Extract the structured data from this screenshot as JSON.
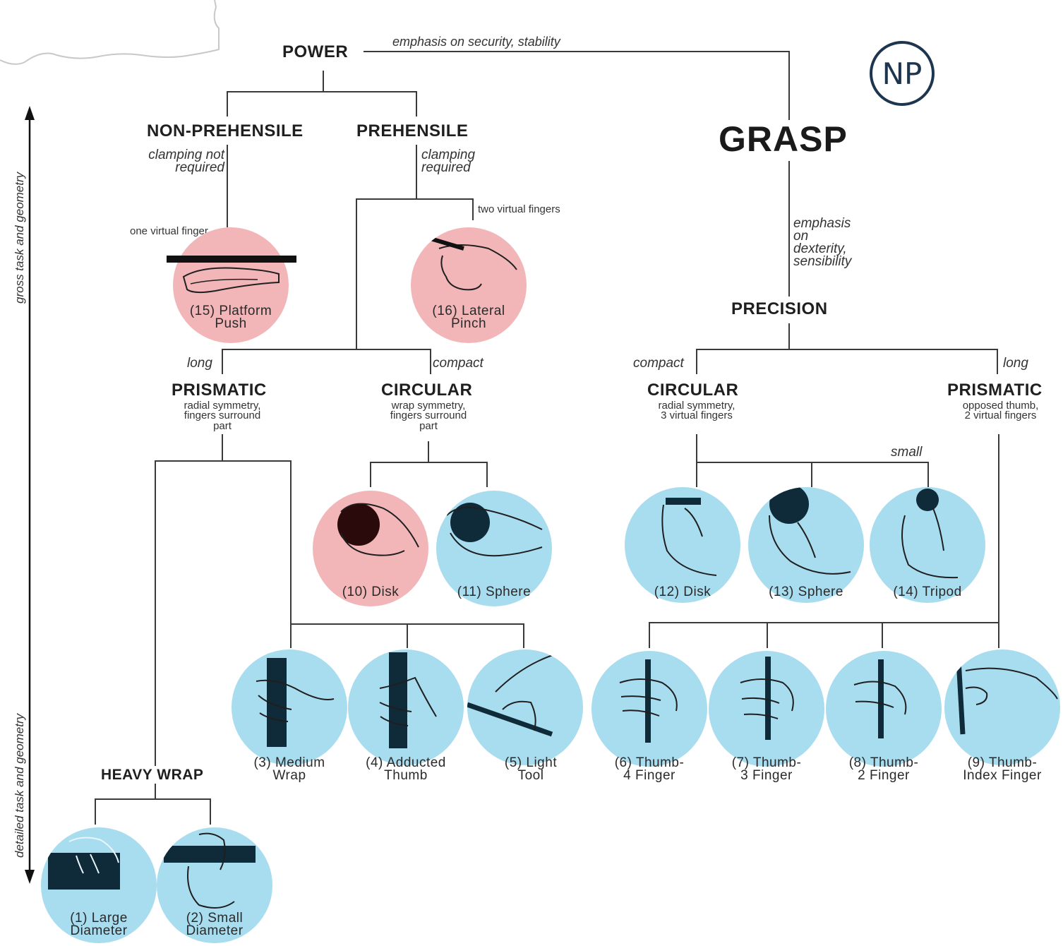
{
  "root": {
    "label": "GRASP"
  },
  "badge": {
    "text": "NP"
  },
  "axis": {
    "top_label": "gross task and geometry",
    "bottom_label": "detailed task and geometry"
  },
  "branches": {
    "power": {
      "label": "POWER",
      "note": "emphasis on security, stability"
    },
    "precision": {
      "label": "PRECISION",
      "note_lines": [
        "emphasis",
        "on",
        "dexterity,",
        "sensibility"
      ]
    }
  },
  "power_children": {
    "non_prehensile": {
      "label": "NON-PREHENSILE",
      "note_lines": [
        "clamping not",
        "required"
      ],
      "finger_note": "one virtual finger"
    },
    "prehensile": {
      "label": "PREHENSILE",
      "note_lines": [
        "clamping",
        "required"
      ],
      "finger_note": "two virtual fingers"
    }
  },
  "shape_notes": {
    "long": "long",
    "compact": "compact",
    "small": "small"
  },
  "categories": {
    "power_prismatic": {
      "label": "PRISMATIC",
      "sub_lines": [
        "radial symmetry,",
        "fingers surround",
        "part"
      ]
    },
    "power_circular": {
      "label": "CIRCULAR",
      "sub_lines": [
        "wrap symmetry,",
        "fingers surround",
        "part"
      ]
    },
    "precision_circular": {
      "label": "CIRCULAR",
      "sub_lines": [
        "radial symmetry,",
        "3 virtual fingers"
      ]
    },
    "precision_prismatic": {
      "label": "PRISMATIC",
      "sub_lines": [
        "opposed thumb,",
        "2 virtual fingers"
      ]
    },
    "heavy_wrap": {
      "label": "HEAVY WRAP"
    }
  },
  "grasps": [
    {
      "id": 1,
      "lines": [
        "(1) Large",
        "Diameter"
      ],
      "color": "#a8dcef"
    },
    {
      "id": 2,
      "lines": [
        "(2) Small",
        "Diameter"
      ],
      "color": "#a8dcef"
    },
    {
      "id": 3,
      "lines": [
        "(3) Medium",
        "Wrap"
      ],
      "color": "#a8dcef"
    },
    {
      "id": 4,
      "lines": [
        "(4) Adducted",
        "Thumb"
      ],
      "color": "#a8dcef"
    },
    {
      "id": 5,
      "lines": [
        "(5) Light",
        "Tool"
      ],
      "color": "#a8dcef"
    },
    {
      "id": 6,
      "lines": [
        "(6) Thumb-",
        "4 Finger"
      ],
      "color": "#a8dcef"
    },
    {
      "id": 7,
      "lines": [
        "(7) Thumb-",
        "3 Finger"
      ],
      "color": "#a8dcef"
    },
    {
      "id": 8,
      "lines": [
        "(8) Thumb-",
        "2 Finger"
      ],
      "color": "#a8dcef"
    },
    {
      "id": 9,
      "lines": [
        "(9) Thumb-",
        "Index Finger"
      ],
      "color": "#a8dcef"
    },
    {
      "id": 10,
      "lines": [
        "(10) Disk"
      ],
      "color": "#f3b6b8"
    },
    {
      "id": 11,
      "lines": [
        "(11) Sphere"
      ],
      "color": "#a8dcef"
    },
    {
      "id": 12,
      "lines": [
        "(12) Disk"
      ],
      "color": "#a8dcef"
    },
    {
      "id": 13,
      "lines": [
        "(13) Sphere"
      ],
      "color": "#a8dcef"
    },
    {
      "id": 14,
      "lines": [
        "(14) Tripod"
      ],
      "color": "#a8dcef"
    },
    {
      "id": 15,
      "lines": [
        "(15) Platform",
        "Push"
      ],
      "color": "#f3b6b8"
    },
    {
      "id": 16,
      "lines": [
        "(16) Lateral",
        "Pinch"
      ],
      "color": "#f3b6b8"
    }
  ],
  "colors": {
    "line": "#3a3a3a",
    "object": "#0f2a38",
    "badge": "#1e3550",
    "pink": "#f3b6b8",
    "blue": "#a8dcef"
  }
}
